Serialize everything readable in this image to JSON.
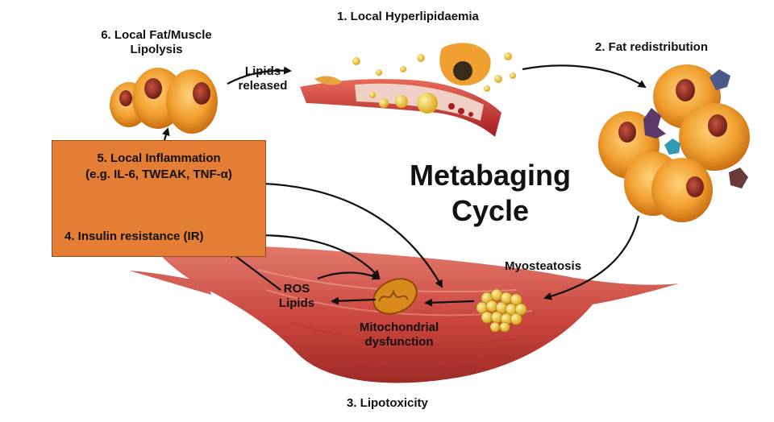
{
  "title": {
    "line1": "Metabaging",
    "line2": "Cycle"
  },
  "steps": {
    "s1": "1. Local Hyperlipidaemia",
    "s2": "2. Fat redistribution",
    "s3": "3. Lipotoxicity",
    "s4": "4. Insulin  resistance (IR)",
    "s5_line1": "5. Local Inflammation",
    "s5_line2": "(e.g. IL-6,  TWEAK,  TNF-α)",
    "s6_line1": "6. Local Fat/Muscle",
    "s6_line2": "Lipolysis"
  },
  "labels": {
    "lipids_released_1": "Lipids",
    "lipids_released_2": "released",
    "myosteatosis": "Myosteatosis",
    "ros": "ROS",
    "lipids": "Lipids",
    "mito_1": "Mitochondrial",
    "mito_2": "dysfunction"
  },
  "colors": {
    "box": "#e57e35",
    "muscle": "#c9453d",
    "fat_cell": "#f0a030",
    "vessel": "#c0272d",
    "lipid_droplet": "#e8c23a"
  }
}
